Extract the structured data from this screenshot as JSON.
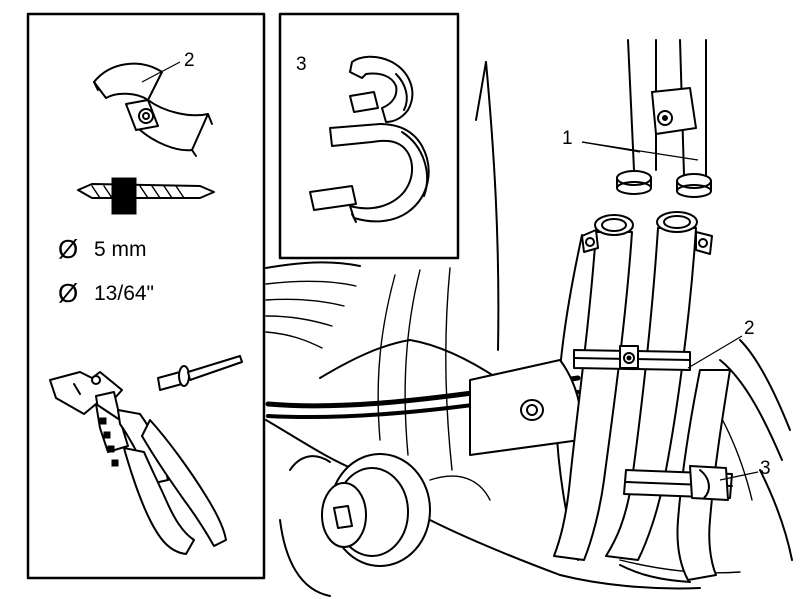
{
  "labels": {
    "pipe_ends": "1",
    "clamp_kit": "2",
    "clamp_installed": "2",
    "clip_detail": "3",
    "clip_installed": "3"
  },
  "tools": {
    "drill_size_metric": "5 mm",
    "drill_size_imperial": "13/64\"",
    "diameter_symbol": "Ø"
  },
  "icons": [
    "saddle-clamp-icon",
    "drill-bit-icon",
    "rivet-gun-icon",
    "rivet-icon",
    "retaining-clip-icon",
    "exhaust-pipes-icon"
  ],
  "colors": {
    "line": "#000000",
    "background": "#ffffff"
  }
}
